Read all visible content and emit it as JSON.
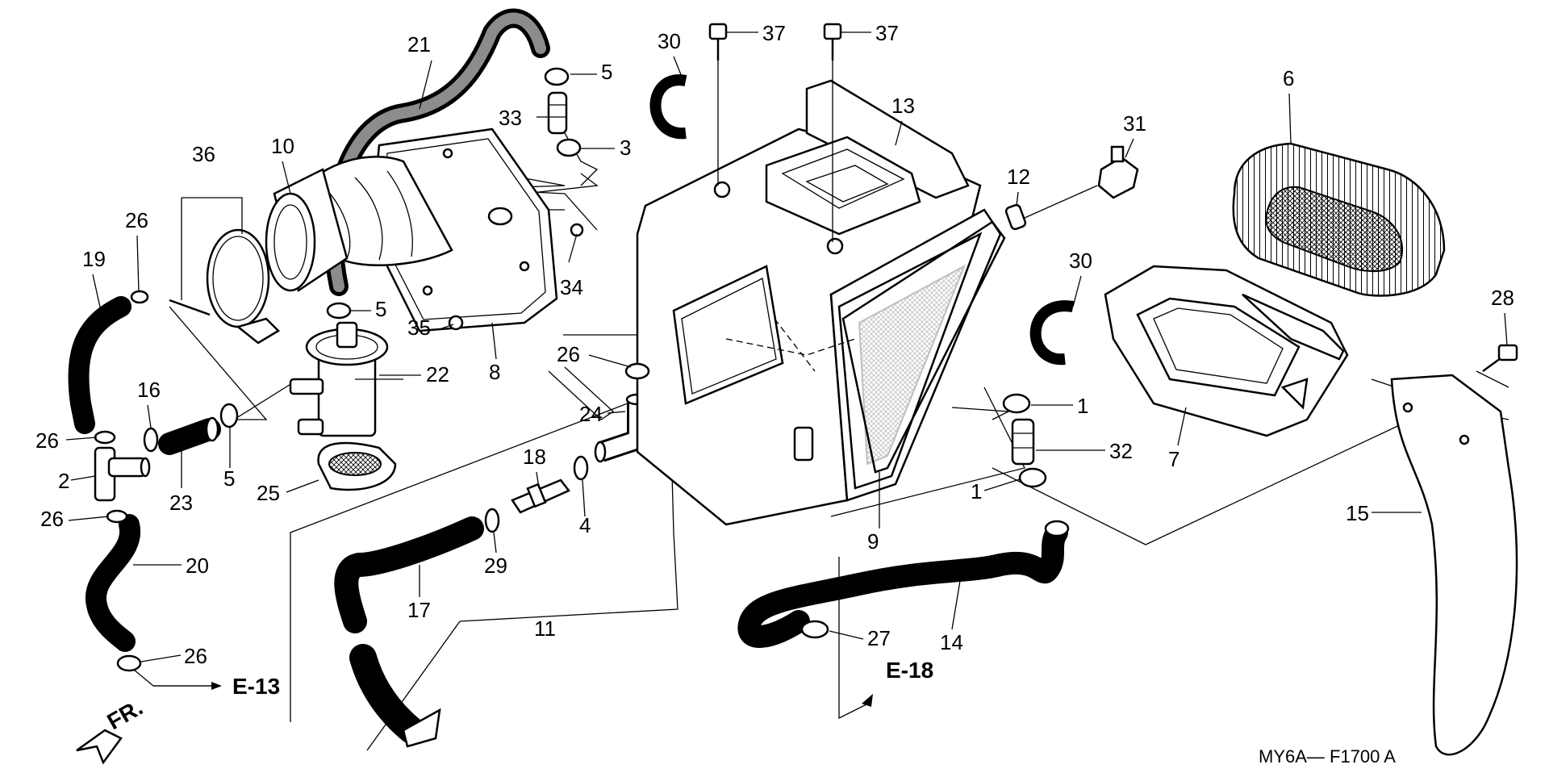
{
  "labels": {
    "l1a": "1",
    "l1b": "1",
    "l2": "2",
    "l3": "3",
    "l4": "4",
    "l5a": "5",
    "l5b": "5",
    "l5c": "5",
    "l6": "6",
    "l7": "7",
    "l8": "8",
    "l9": "9",
    "l10": "10",
    "l11": "11",
    "l12": "12",
    "l13": "13",
    "l14": "14",
    "l15": "15",
    "l16": "16",
    "l17": "17",
    "l18": "18",
    "l19": "19",
    "l20": "20",
    "l21": "21",
    "l22": "22",
    "l23": "23",
    "l24": "24",
    "l25": "25",
    "l26a": "26",
    "l26b": "26",
    "l26c": "26",
    "l26d": "26",
    "l26e": "26",
    "l27": "27",
    "l28": "28",
    "l29": "29",
    "l30a": "30",
    "l30b": "30",
    "l31": "31",
    "l32": "32",
    "l33": "33",
    "l34": "34",
    "l35": "35",
    "l36": "36",
    "l37a": "37",
    "l37b": "37"
  },
  "refs": {
    "e13": "E-13",
    "e18": "E-18",
    "front": "FR."
  },
  "code": "MY6A— F1700 A"
}
